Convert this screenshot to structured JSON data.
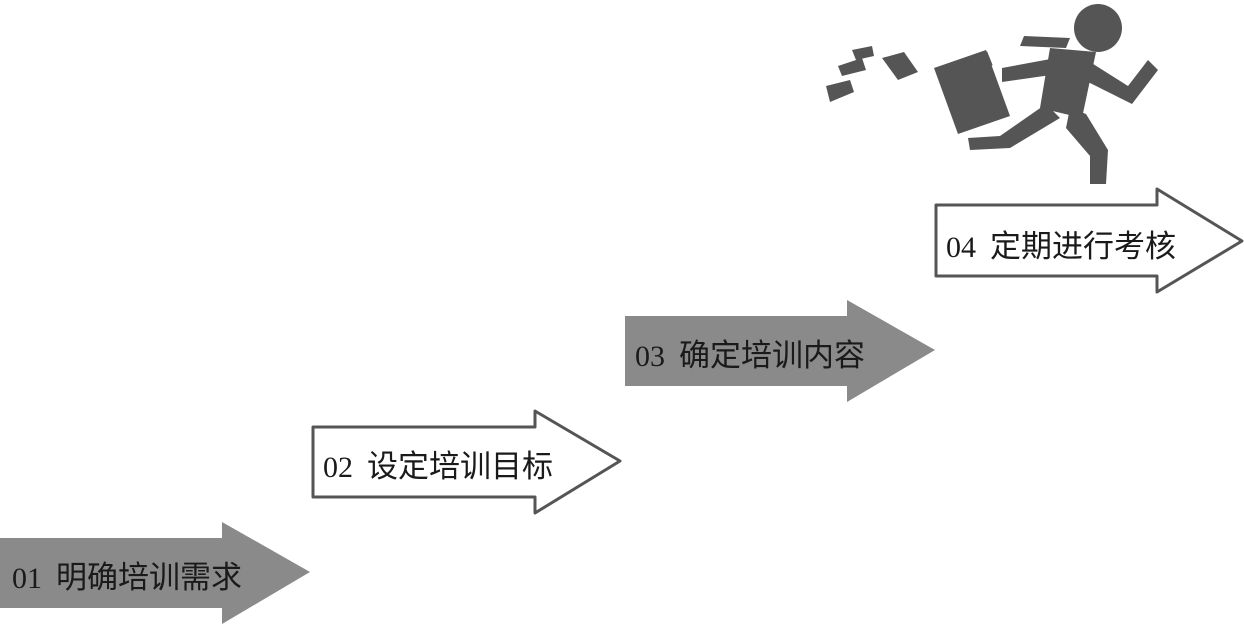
{
  "steps": [
    {
      "num": "01",
      "label": "明确培训需求",
      "style": "filled"
    },
    {
      "num": "02",
      "label": "设定培训目标",
      "style": "outline"
    },
    {
      "num": "03",
      "label": "确定培训内容",
      "style": "filled"
    },
    {
      "num": "04",
      "label": "定期进行考核",
      "style": "outline"
    }
  ],
  "colors": {
    "arrow_fill": "#8a8a8a",
    "arrow_outline": "#555555",
    "figure": "#555555"
  },
  "icons": {
    "runner": "running-businessman-icon"
  }
}
